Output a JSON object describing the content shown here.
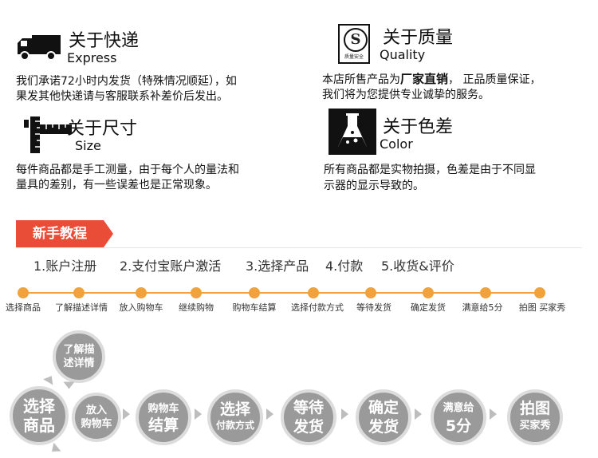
{
  "sections": {
    "express": {
      "title_cn": "关于快递",
      "title_en": "Express",
      "text_line1": "我们承诺72小时内发货（特殊情况顺延），如",
      "text_line2": "果发其他快递请与客服联系补差价后发出。",
      "icon": "truck-icon"
    },
    "quality": {
      "title_cn": "关于质量",
      "title_en": "Quality",
      "text_line1_a": "本店所售产品为",
      "text_line1_b": "厂家直销",
      "text_line1_c": "，  正品质量保证，",
      "text_line2": "我们将为您提供专业诚挚的服务。",
      "icon": "quality-seal-icon",
      "seal_letter": "S",
      "seal_text": "质量安全"
    },
    "size": {
      "title_cn": "关于尺寸",
      "title_en": "Size",
      "text_line1": "每件商品都是手工测量，由于每个人的量法和",
      "text_line2": "量具的差别，有一些误差也是正常现象。",
      "icon": "ruler-icon"
    },
    "color": {
      "title_cn": "关于色差",
      "title_en": "Color",
      "text_line1": "所有商品都是实物拍摄，色差是由于不同显",
      "text_line2": "示器的显示导致的。",
      "icon": "flask-icon"
    }
  },
  "tutorial": {
    "tag": "新手教程",
    "steps": [
      "1.账户注册",
      "2.支付宝账户激活",
      "3.选择产品",
      "4.付款",
      "5.收货&评价"
    ],
    "timeline": [
      "选择商品",
      "了解描述详情",
      "放入购物车",
      "继续购物",
      "购物车结算",
      "选择付款方式",
      "等待发货",
      "确定发货",
      "满意给5分",
      "拍图 买家秀"
    ]
  },
  "flow": {
    "top_node": [
      "了解描",
      "述详情"
    ],
    "nodes": [
      [
        "选择",
        "商品"
      ],
      [
        "放入",
        "购物车"
      ],
      [
        "购物车",
        "结算"
      ],
      [
        "选择",
        "付款方式"
      ],
      [
        "等待",
        "发货"
      ],
      [
        "确定",
        "发货"
      ],
      [
        "满意给",
        "5分"
      ],
      [
        "拍图",
        "买家秀"
      ]
    ]
  },
  "colors": {
    "accent": "#e94c37",
    "timeline": "#f2a23a",
    "circle": "#9a9a9a",
    "circle_border": "#dcdcdc"
  }
}
